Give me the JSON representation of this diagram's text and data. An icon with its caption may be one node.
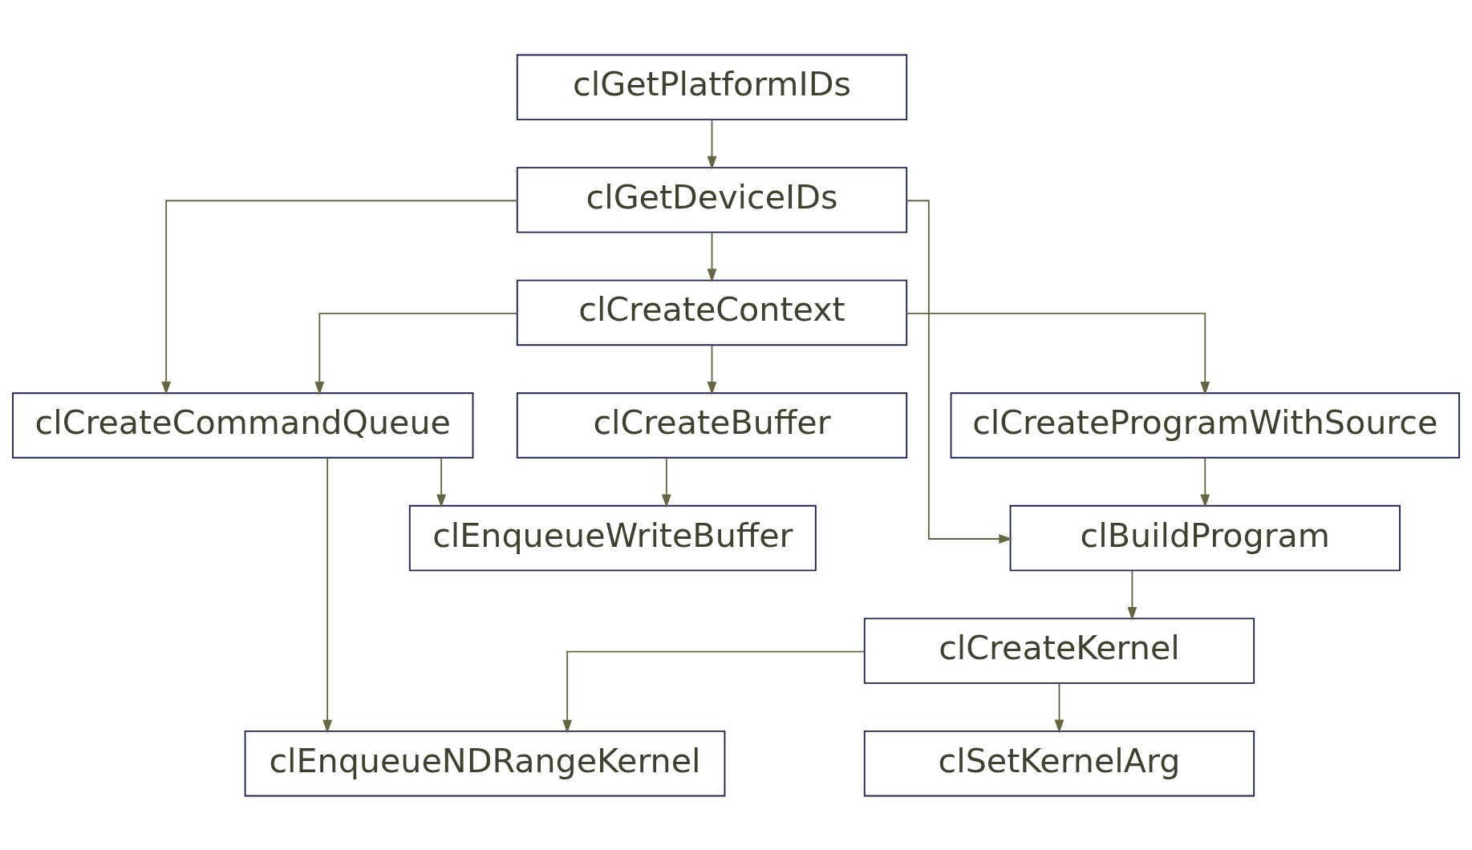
{
  "diagram": {
    "nodes": [
      {
        "text": [
          "clGetPlatformIDs"
        ]
      },
      {
        "text": [
          "clGetDeviceIDs"
        ]
      },
      {
        "text": [
          "clCreateContext"
        ]
      },
      {
        "text": [
          "clCreateCommandQueue"
        ]
      },
      {
        "text": [
          "clCreateBuffer"
        ]
      },
      {
        "text": [
          "clCreateProgramWithSource"
        ]
      },
      {
        "text": [
          "clBuildProgram"
        ]
      },
      {
        "text": [
          "clEnqueueWriteBuffer"
        ]
      },
      {
        "text": [
          "clCreateKernel"
        ]
      },
      {
        "text": [
          "clSetKernelArg"
        ]
      },
      {
        "text": [
          "clEnqueueNDRangeKernel"
        ]
      }
    ],
    "edges": [
      {
        "from": 0,
        "to": 1,
        "arrow": "to"
      },
      {
        "from": 1,
        "to": 2,
        "arrow": "to"
      },
      {
        "from": 1,
        "to": 3,
        "arrow": "to"
      },
      {
        "from": 1,
        "to": 6,
        "arrow": "to"
      },
      {
        "from": 2,
        "to": 3,
        "arrow": "to"
      },
      {
        "from": 2,
        "to": 4,
        "arrow": "to"
      },
      {
        "from": 2,
        "to": 5,
        "arrow": "to"
      },
      {
        "from": 5,
        "to": 6,
        "arrow": "to"
      },
      {
        "from": 3,
        "to": 7,
        "arrow": "to"
      },
      {
        "from": 4,
        "to": 7,
        "arrow": "to"
      },
      {
        "from": 6,
        "to": 8,
        "arrow": "to"
      },
      {
        "from": 8,
        "to": 9,
        "arrow": "to"
      },
      {
        "from": 8,
        "to": 10,
        "arrow": "to"
      },
      {
        "from": 3,
        "to": 10,
        "arrow": "to"
      }
    ]
  }
}
